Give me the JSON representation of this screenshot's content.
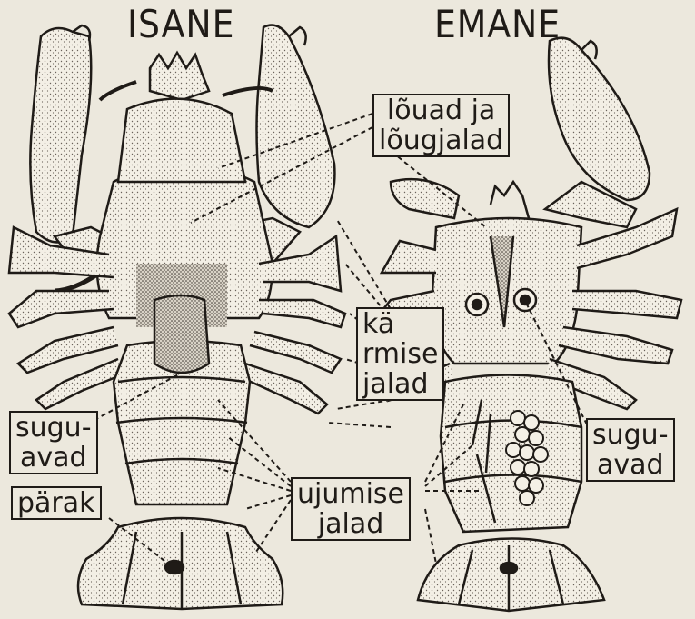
{
  "titles": {
    "male": "ISANE",
    "female": "EMANE"
  },
  "labels": {
    "mouthparts": [
      "lõuad ja",
      "lõugjalad"
    ],
    "walking_legs": [
      "kä",
      "rmise",
      "jalad"
    ],
    "genital_male": [
      "sugu-",
      "avad"
    ],
    "genital_female": [
      "sugu-",
      "avad"
    ],
    "anus": "pärak",
    "swimmerets": [
      "ujumise",
      "jalad"
    ]
  },
  "colors": {
    "ink": "#1f1b17",
    "paper": "#ece8dd",
    "shell": "#f4f0e6",
    "dots": "#6a625a"
  }
}
